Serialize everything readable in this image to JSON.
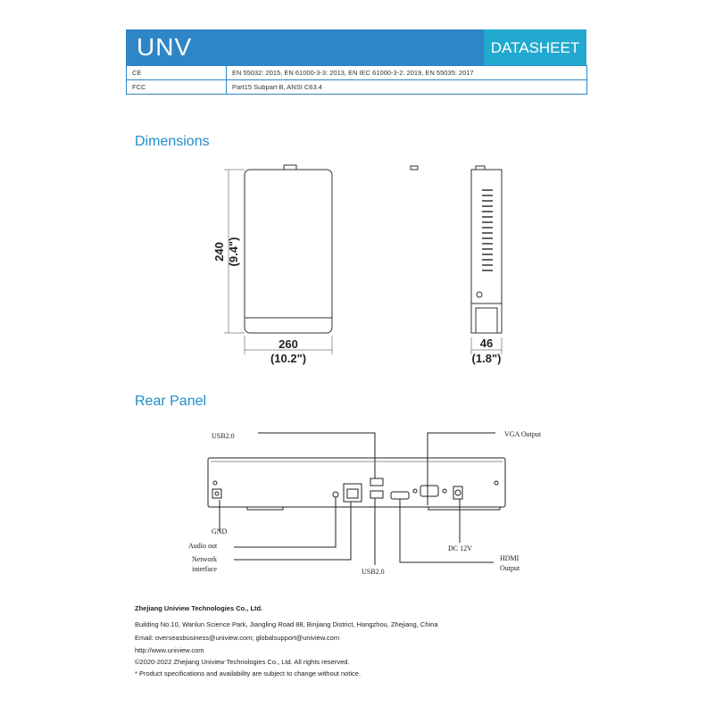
{
  "header": {
    "logo": "UNV",
    "badge": "DATASHEET"
  },
  "certifications": [
    {
      "name": "CE",
      "value": "EN 55032: 2015, EN 61000-3-3: 2013, EN IEC 61000-3-2: 2019, EN 55035: 2017"
    },
    {
      "name": "FCC",
      "value": "Part15 Subpart B, ANSI C63.4"
    }
  ],
  "dimensions": {
    "title": "Dimensions",
    "height_mm": "240",
    "height_in": "(9.4\")",
    "width_mm": "260",
    "width_in": "(10.2\")",
    "depth_mm": "46",
    "depth_in": "(1.8\")"
  },
  "rear_panel": {
    "title": "Rear Panel",
    "labels": {
      "usb_top": "USB2.0",
      "vga": "VGA Output",
      "gnd": "GND",
      "audio": "Audio out",
      "network1": "Network",
      "network2": "interface",
      "usb_bottom": "USB2.0",
      "dc": "DC 12V",
      "hdmi1": "HDMI",
      "hdmi2": "Output"
    }
  },
  "footer": {
    "company": "Zhejiang Uniview Technologies Co., Ltd.",
    "address": "Building No.10, Wanlun Science Park, Jiangling Road 88, Binjiang District, Hangzhou, Zhejiang, China",
    "email": "Email: overseasbusiness@uniview.com; globalsupport@uniview.com",
    "website": "http://www.uniview.com",
    "copyright": "©2020-2022 Zhejiang Uniview Technologies Co., Ltd. All rights reserved.",
    "note": "*  Product specifications and availability are subject to change without notice."
  }
}
